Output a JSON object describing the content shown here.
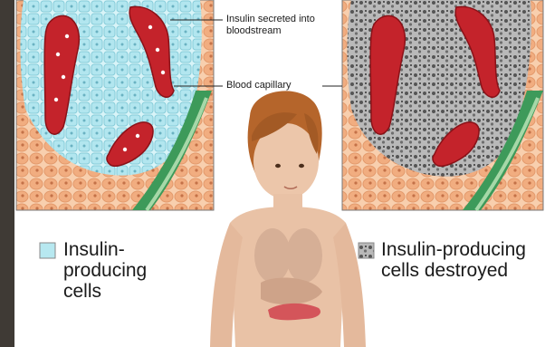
{
  "callouts": {
    "insulin_secreted": "Insulin secreted into bloodstream",
    "blood_capillary": "Blood capillary"
  },
  "legend": {
    "healthy": {
      "label": "Insulin-producing cells",
      "color": "#b7e8f0"
    },
    "destroyed": {
      "label": "Insulin-producing cells destroyed",
      "color": "#9a9a9a"
    }
  },
  "colors": {
    "blood": "#c4232b",
    "healthy_cell": "#b7e8f0",
    "tissue_cell": "#f3b48a",
    "capillary_wall": "#3d9a5a",
    "skin": "#e9c2a6",
    "hair": "#b5652b"
  }
}
